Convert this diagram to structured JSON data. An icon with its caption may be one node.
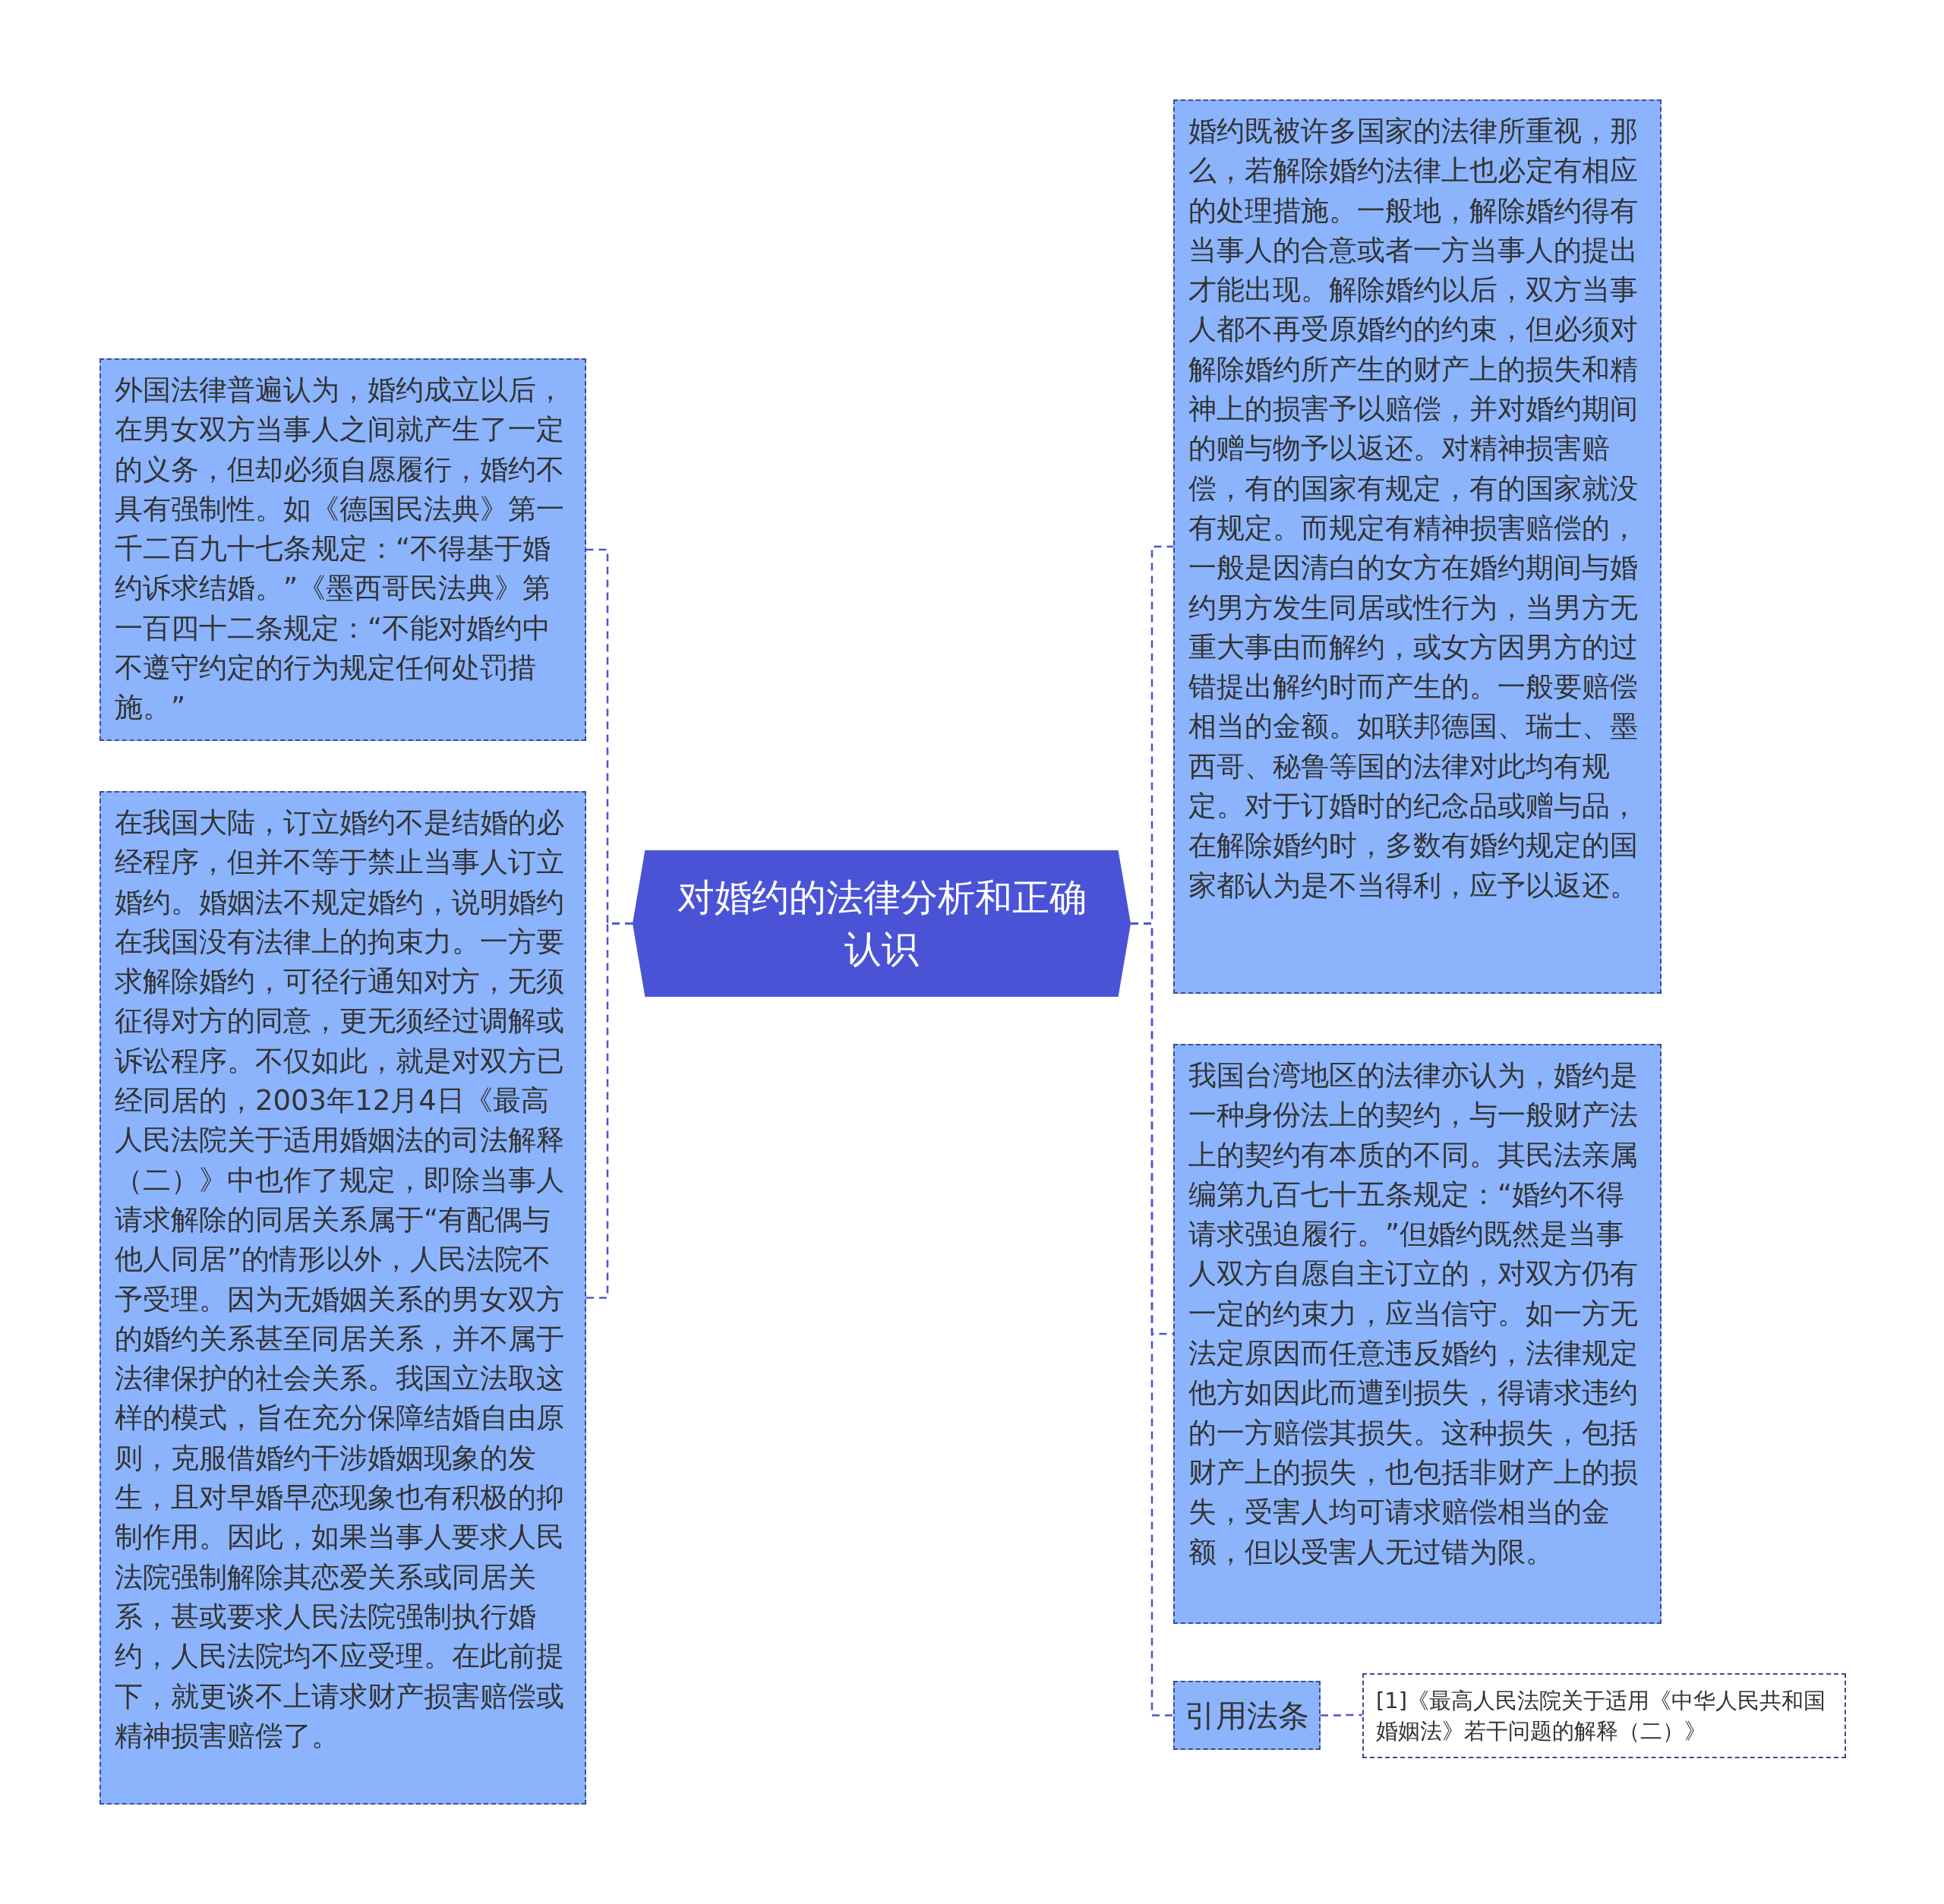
{
  "diagram": {
    "nodes": [
      {
        "text": [
          "对婚约的法律分析和正确认识"
        ]
      },
      {
        "text": [
          "外国法律普遍认为，婚约成立以后，在男女双方当事人之间就产生了一定的义务，但却必须自愿履行，婚约不具有强制性。如《德国民法典》第一千二百九十七条规定：“不得基于婚约诉求结婚。”《墨西哥民法典》第一百四十二条规定：“不能对婚约中不遵守约定的行为规定任何处罚措施。”"
        ]
      },
      {
        "text": [
          "在我国大陆，订立婚约不是结婚的必经程序，但并不等于禁止当事人订立婚约。婚姻法不规定婚约，说明婚约在我国没有法律上的拘束力。一方要求解除婚约，可径行通知对方，无须征得对方的同意，更无须经过调解或诉讼程序。不仅如此，就是对双方已经同居的，2003年12月4日《最高人民法院关于适用婚姻法的司法解释（二）》中也作了规定，即除当事人请求解除的同居关系属于“有配偶与他人同居”的情形以外，人民法院不予受理。因为无婚姻关系的男女双方的婚约关系甚至同居关系，并不属于法律保护的社会关系。我国立法取这样的模式，旨在充分保障结婚自由原则，克服借婚约干涉婚姻现象的发生，且对早婚早恋现象也有积极的抑制作用。因此，如果当事人要求人民法院强制解除其恋爱关系或同居关系，甚或要求人民法院强制执行婚约，人民法院均不应受理。在此前提下，就更谈不上请求财产损害赔偿或精神损害赔偿了。"
        ]
      },
      {
        "text": [
          "婚约既被许多国家的法律所重视，那么，若解除婚约法律上也必定有相应的处理措施。一般地，解除婚约得有当事人的合意或者一方当事人的提出才能出现。解除婚约以后，双方当事人都不再受原婚约的约束，但必须对解除婚约所产生的财产上的损失和精神上的损害予以赔偿，并对婚约期间的赠与物予以返还。对精神损害赔偿，有的国家有规定，有的国家就没有规定。而规定有精神损害赔偿的，一般是因清白的女方在婚约期间与婚约男方发生同居或性行为，当男方无重大事由而解约，或女方因男方的过错提出解约时而产生的。一般要赔偿相当的金额。如联邦德国、瑞士、墨西哥、秘鲁等国的法律对此均有规定。对于订婚时的纪念品或赠与品，在解除婚约时，多数有婚约规定的国家都认为是不当得利，应予以返还。"
        ]
      },
      {
        "text": [
          "我国台湾地区的法律亦认为，婚约是一种身份法上的契约，与一般财产法上的契约有本质的不同。其民法亲属编第九百七十五条规定：“婚约不得请求强迫履行。”但婚约既然是当事人双方自愿自主订立的，对双方仍有一定的约束力，应当信守。如一方无法定原因而任意违反婚约，法律规定他方如因此而遭到损失，得请求违约的一方赔偿其损失。这种损失，包括财产上的损失，也包括非财产上的损失，受害人均可请求赔偿相当的金额，但以受害人无过错为限。"
        ]
      },
      {
        "text": [
          "引用法条"
        ]
      },
      {
        "text": [
          "[1]《最高人民法院关于适用《中华人民共和国婚姻法》若干问题的解释（二）》"
        ]
      }
    ],
    "edges": [
      {
        "from": 0,
        "to": 1,
        "arrow": "none",
        "style": "dashed"
      },
      {
        "from": 0,
        "to": 2,
        "arrow": "none",
        "style": "dashed"
      },
      {
        "from": 0,
        "to": 3,
        "arrow": "none",
        "style": "dashed"
      },
      {
        "from": 0,
        "to": 4,
        "arrow": "none",
        "style": "dashed"
      },
      {
        "from": 0,
        "to": 5,
        "arrow": "none",
        "style": "dashed"
      },
      {
        "from": 5,
        "to": 6,
        "arrow": "none",
        "style": "dashed"
      }
    ]
  }
}
